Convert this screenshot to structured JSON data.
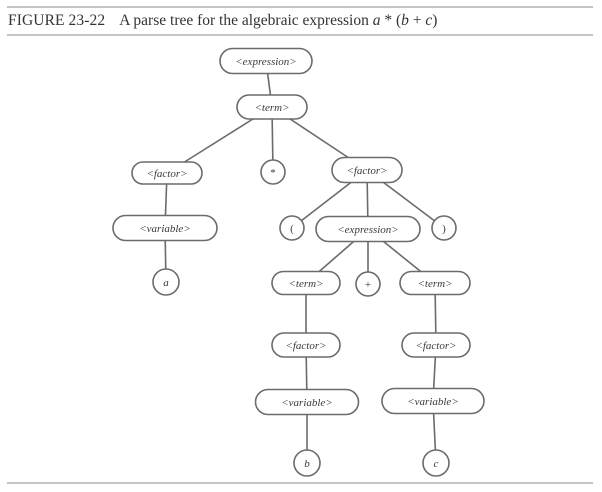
{
  "figure": {
    "number": "FIGURE 23-22",
    "title_prefix": "A parse tree for the algebraic expression ",
    "expr_a": "a",
    "expr_mid": " * (",
    "expr_b": "b",
    "expr_plus": " + ",
    "expr_c": "c",
    "expr_end": ")"
  },
  "tree": {
    "nodes": [
      {
        "id": "expression-root",
        "label": "<expression>",
        "shape": "pill"
      },
      {
        "id": "term-root",
        "label": "<term>",
        "shape": "pill"
      },
      {
        "id": "factor-left",
        "label": "<factor>",
        "shape": "pill"
      },
      {
        "id": "star",
        "label": "*",
        "shape": "circle"
      },
      {
        "id": "factor-right",
        "label": "<factor>",
        "shape": "pill"
      },
      {
        "id": "variable-a",
        "label": "<variable>",
        "shape": "pill"
      },
      {
        "id": "leaf-a",
        "label": "a",
        "shape": "circle"
      },
      {
        "id": "lparen",
        "label": "(",
        "shape": "circle"
      },
      {
        "id": "expression-inner",
        "label": "<expression>",
        "shape": "pill"
      },
      {
        "id": "rparen",
        "label": ")",
        "shape": "circle"
      },
      {
        "id": "term-b",
        "label": "<term>",
        "shape": "pill"
      },
      {
        "id": "plus",
        "label": "+",
        "shape": "circle"
      },
      {
        "id": "term-c",
        "label": "<term>",
        "shape": "pill"
      },
      {
        "id": "factor-b",
        "label": "<factor>",
        "shape": "pill"
      },
      {
        "id": "factor-c",
        "label": "<factor>",
        "shape": "pill"
      },
      {
        "id": "variable-b",
        "label": "<variable>",
        "shape": "pill"
      },
      {
        "id": "variable-c",
        "label": "<variable>",
        "shape": "pill"
      },
      {
        "id": "leaf-b",
        "label": "b",
        "shape": "circle"
      },
      {
        "id": "leaf-c",
        "label": "c",
        "shape": "circle"
      }
    ],
    "edges": [
      [
        "expression-root",
        "term-root"
      ],
      [
        "term-root",
        "factor-left"
      ],
      [
        "term-root",
        "star"
      ],
      [
        "term-root",
        "factor-right"
      ],
      [
        "factor-left",
        "variable-a"
      ],
      [
        "variable-a",
        "leaf-a"
      ],
      [
        "factor-right",
        "lparen"
      ],
      [
        "factor-right",
        "expression-inner"
      ],
      [
        "factor-right",
        "rparen"
      ],
      [
        "expression-inner",
        "term-b"
      ],
      [
        "expression-inner",
        "plus"
      ],
      [
        "expression-inner",
        "term-c"
      ],
      [
        "term-b",
        "factor-b"
      ],
      [
        "term-c",
        "factor-c"
      ],
      [
        "factor-b",
        "variable-b"
      ],
      [
        "factor-c",
        "variable-c"
      ],
      [
        "variable-b",
        "leaf-b"
      ],
      [
        "variable-c",
        "leaf-c"
      ]
    ]
  }
}
